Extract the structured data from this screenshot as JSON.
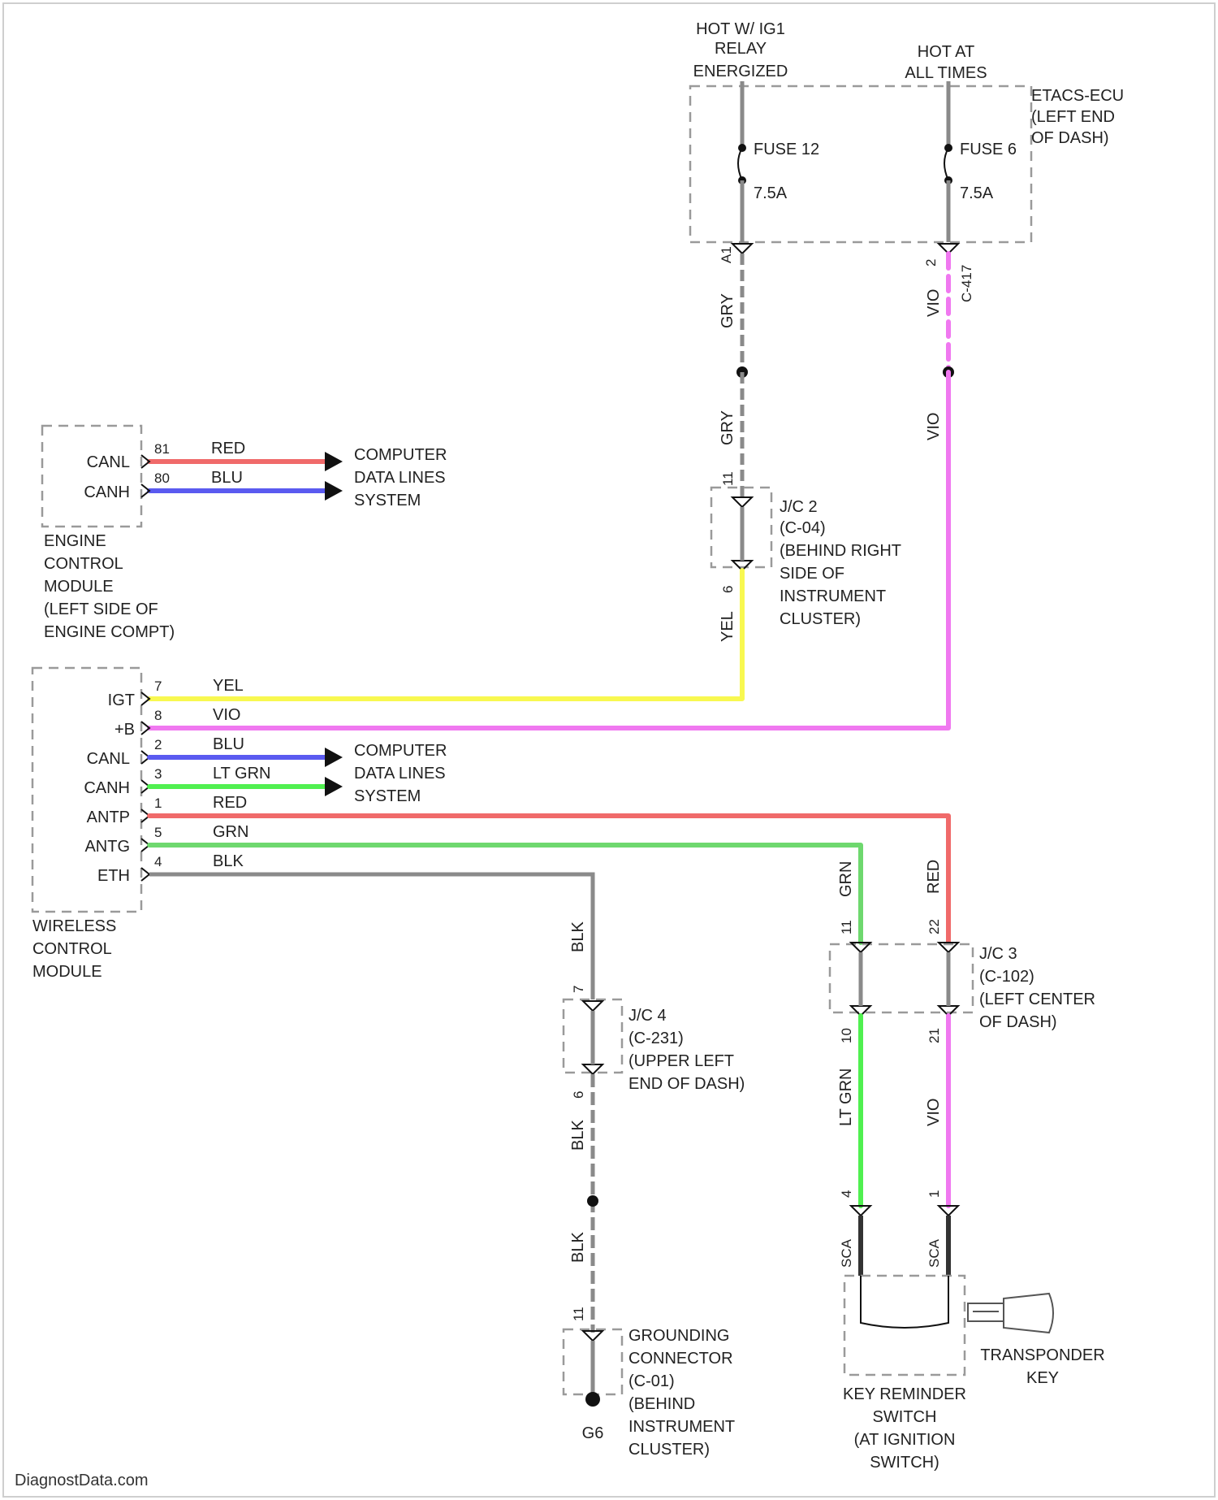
{
  "power": {
    "hot_relay": [
      "HOT W/ IG1",
      "RELAY",
      "ENERGIZED"
    ],
    "hot_always": [
      "HOT AT",
      "ALL TIMES"
    ]
  },
  "etacs": {
    "title": [
      "ETACS-ECU",
      "(LEFT END",
      "OF DASH)"
    ],
    "fuse_a_name": "FUSE 12",
    "fuse_a_rating": "7.5A",
    "fuse_b_name": "FUSE 6",
    "fuse_b_rating": "7.5A",
    "pin_a": "A1",
    "pin_b": "2",
    "conn_b": "C-417"
  },
  "ecm": {
    "pins": [
      {
        "name": "CANL",
        "pin": "81",
        "color_label": "RED",
        "hex": "#f06a6a"
      },
      {
        "name": "CANH",
        "pin": "80",
        "color_label": "BLU",
        "hex": "#5a5af0"
      }
    ],
    "dest": [
      "COMPUTER",
      "DATA LINES",
      "SYSTEM"
    ],
    "title": [
      "ENGINE",
      "CONTROL",
      "MODULE",
      "(LEFT SIDE OF",
      "ENGINE COMPT)"
    ]
  },
  "wcm": {
    "pins": [
      {
        "name": "IGT",
        "pin": "7",
        "color_label": "YEL",
        "hex": "#f8f850"
      },
      {
        "name": "+B",
        "pin": "8",
        "color_label": "VIO",
        "hex": "#f078f0"
      },
      {
        "name": "CANL",
        "pin": "2",
        "color_label": "BLU",
        "hex": "#5a5af0"
      },
      {
        "name": "CANH",
        "pin": "3",
        "color_label": "LT GRN",
        "hex": "#50f050"
      },
      {
        "name": "ANTP",
        "pin": "1",
        "color_label": "RED",
        "hex": "#f06a6a"
      },
      {
        "name": "ANTG",
        "pin": "5",
        "color_label": "GRN",
        "hex": "#6ed86e"
      },
      {
        "name": "ETH",
        "pin": "4",
        "color_label": "BLK",
        "hex": "#8a8a8a"
      }
    ],
    "dest": [
      "COMPUTER",
      "DATA LINES",
      "SYSTEM"
    ],
    "title": [
      "WIRELESS",
      "CONTROL",
      "MODULE"
    ]
  },
  "jc2": {
    "title": [
      "J/C 2",
      "(C-04)",
      "(BEHIND RIGHT",
      "SIDE OF",
      "INSTRUMENT",
      "CLUSTER)"
    ],
    "pin_top": "11",
    "pin_bot": "6"
  },
  "jc3": {
    "title": [
      "J/C 3",
      "(C-102)",
      "(LEFT CENTER",
      "OF DASH)"
    ],
    "pins": [
      "11",
      "22",
      "10",
      "21"
    ]
  },
  "jc4": {
    "title": [
      "J/C 4",
      "(C-231)",
      "(UPPER LEFT",
      "END OF DASH)"
    ],
    "pin_top": "7",
    "pin_bot": "6"
  },
  "gnd": {
    "title": [
      "GROUNDING",
      "CONNECTOR",
      "(C-01)",
      "(BEHIND",
      "INSTRUMENT",
      "CLUSTER)"
    ],
    "pin": "11",
    "ground_label": "G6"
  },
  "wire_labels": {
    "gry": "GRY",
    "vio": "VIO",
    "yel": "YEL",
    "grn": "GRN",
    "red": "RED",
    "blk": "BLK",
    "ltgrn": "LT GRN",
    "sca": "SCA"
  },
  "krs": {
    "title": [
      "KEY REMINDER",
      "SWITCH",
      "(AT IGNITION",
      "SWITCH)"
    ],
    "pin_a": "4",
    "pin_b": "1"
  },
  "key": {
    "title": [
      "TRANSPONDER",
      "KEY"
    ]
  },
  "watermark": "DiagnostData.com"
}
